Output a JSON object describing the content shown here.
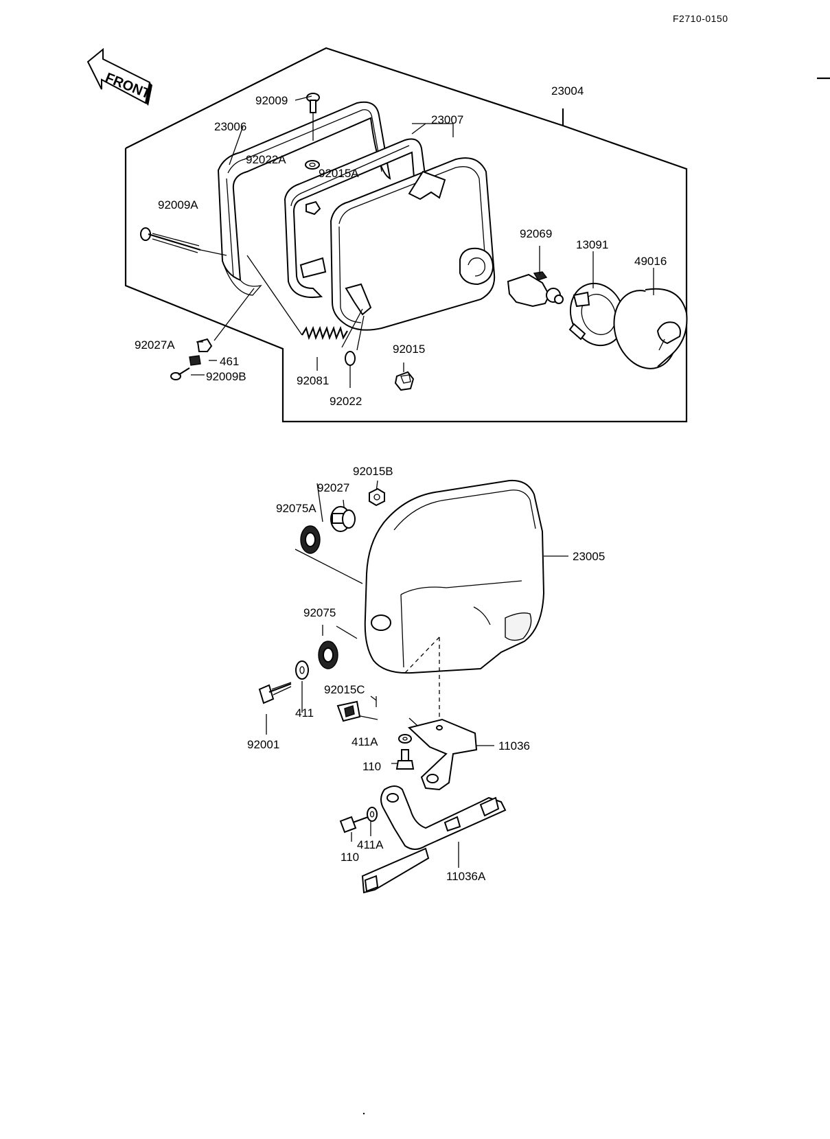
{
  "document_code": "F2710-0150",
  "front_indicator": "FRONT",
  "labels": {
    "p23004": "23004",
    "p23006": "23006",
    "p23007": "23007",
    "p92009": "92009",
    "p92022A": "92022A",
    "p92015A": "92015A",
    "p92009A": "92009A",
    "p92069": "92069",
    "p13091": "13091",
    "p49016": "49016",
    "p92027A": "92027A",
    "p461": "461",
    "p92009B": "92009B",
    "p92081": "92081",
    "p92015": "92015",
    "p92022": "92022",
    "p92015B": "92015B",
    "p92027": "92027",
    "p92075A": "92075A",
    "p23005": "23005",
    "p92075": "92075",
    "p92015C": "92015C",
    "p411": "411",
    "p92001": "92001",
    "p411A_upper": "411A",
    "p110_upper": "110",
    "p11036": "11036",
    "p411A_lower": "411A",
    "p110_lower": "110",
    "p11036A": "11036A"
  }
}
